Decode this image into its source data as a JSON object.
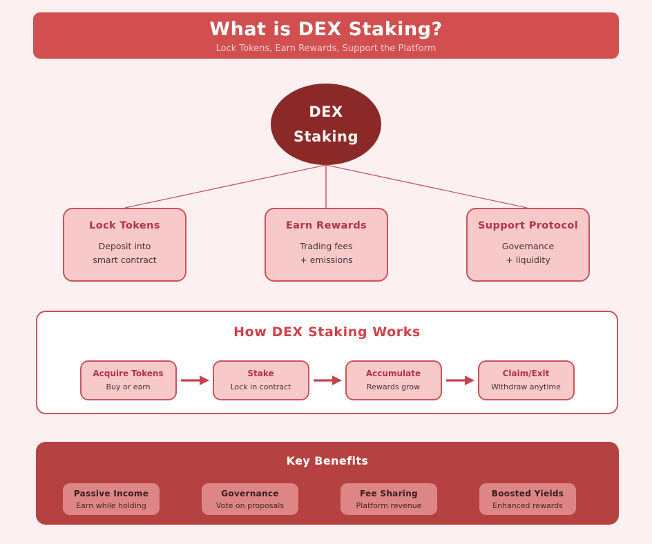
{
  "colors": {
    "page_bg": "#fdf0f0",
    "banner_red": "#d14f4f",
    "node_maroon": "#8b2929",
    "box_pink_fill": "#f8c9c9",
    "box_border_red": "#ca525b",
    "heading_red": "#b23345",
    "works_title_red": "#cc4449",
    "benefits_bg_red": "#b54141",
    "chip_rose": "#de8585",
    "connector_red": "#c25560"
  },
  "header": {
    "title": "What is DEX Staking?",
    "subtitle": "Lock Tokens, Earn Rewards, Support the Platform"
  },
  "root_node": {
    "line1": "DEX",
    "line2": "Staking"
  },
  "pillars": [
    {
      "title": "Lock Tokens",
      "line1": "Deposit into",
      "line2": "smart contract"
    },
    {
      "title": "Earn Rewards",
      "line1": "Trading fees",
      "line2": "+ emissions"
    },
    {
      "title": "Support Protocol",
      "line1": "Governance",
      "line2": "+ liquidity"
    }
  ],
  "how_it_works": {
    "title": "How DEX Staking Works",
    "steps": [
      {
        "title": "Acquire Tokens",
        "subtitle": "Buy or earn"
      },
      {
        "title": "Stake",
        "subtitle": "Lock in contract"
      },
      {
        "title": "Accumulate",
        "subtitle": "Rewards grow"
      },
      {
        "title": "Claim/Exit",
        "subtitle": "Withdraw anytime"
      }
    ]
  },
  "key_benefits": {
    "title": "Key Benefits",
    "items": [
      {
        "title": "Passive Income",
        "subtitle": "Earn while holding"
      },
      {
        "title": "Governance",
        "subtitle": "Vote on proposals"
      },
      {
        "title": "Fee Sharing",
        "subtitle": "Platform revenue"
      },
      {
        "title": "Boosted Yields",
        "subtitle": "Enhanced rewards"
      }
    ]
  }
}
